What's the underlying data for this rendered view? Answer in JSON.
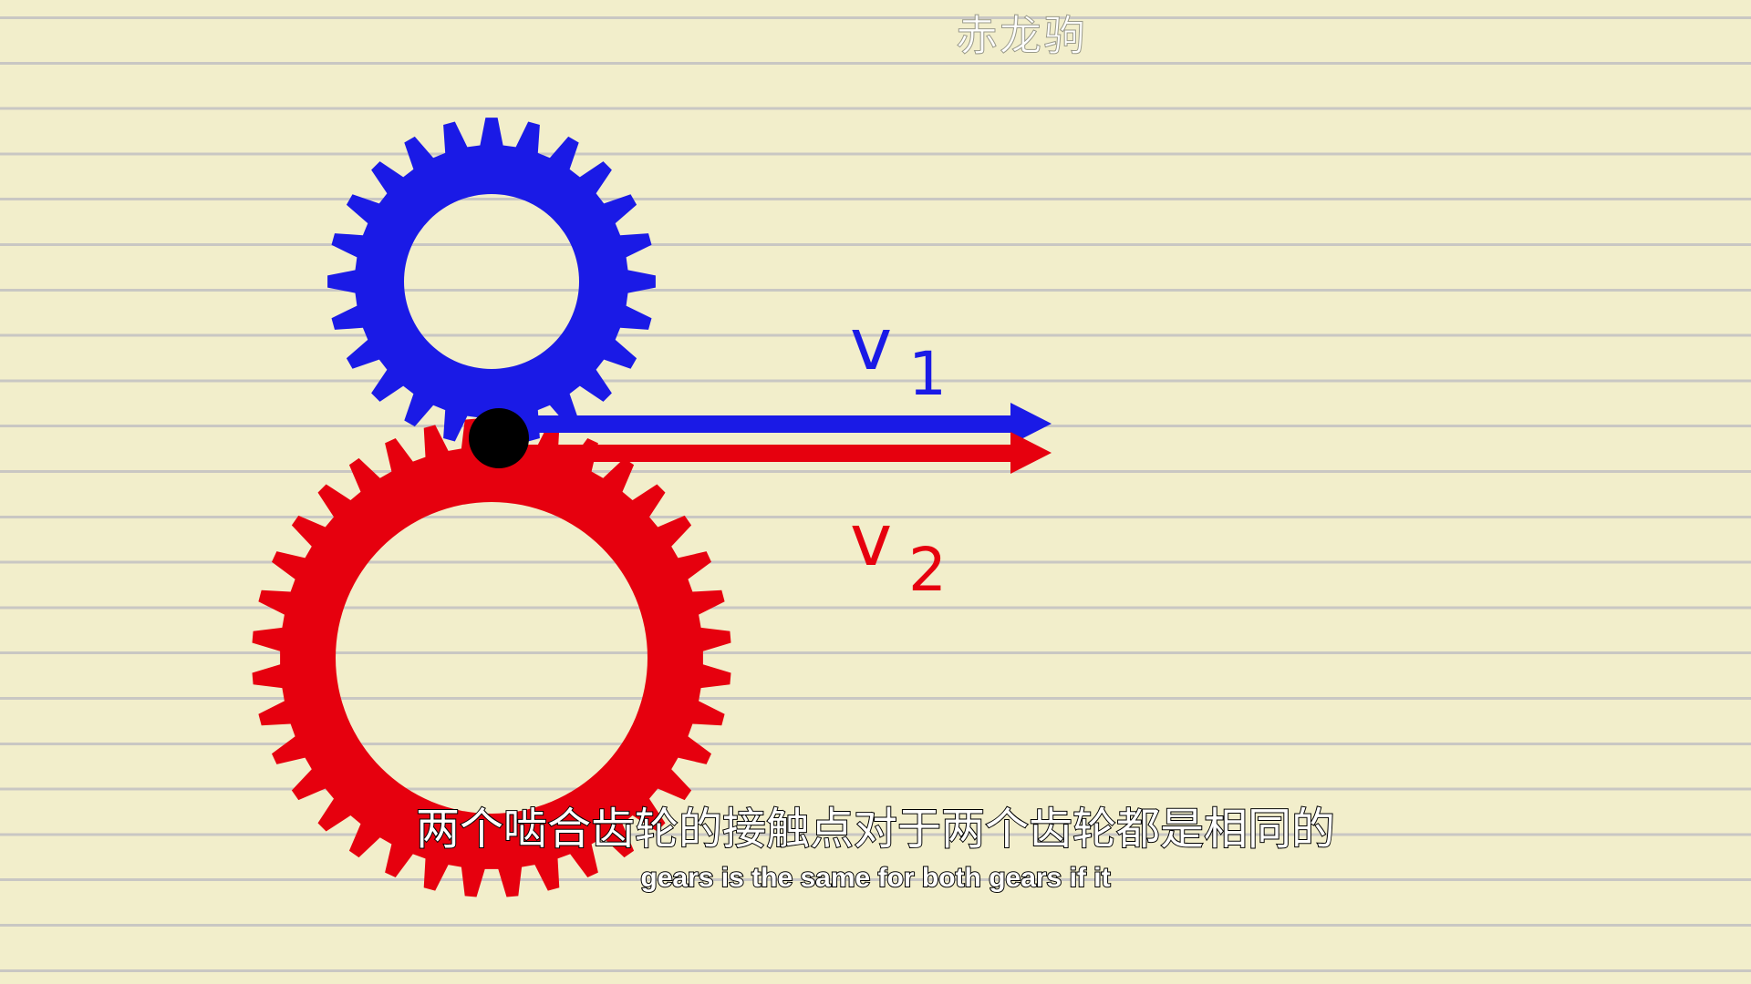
{
  "watermark": "赤龙驹",
  "diagram": {
    "gear_top": {
      "color": "#1a1ae6",
      "teeth": 24
    },
    "gear_bottom": {
      "color": "#e6000e",
      "teeth": 36
    },
    "contact_point_color": "#000000",
    "v1": {
      "symbol": "v",
      "subscript": "1",
      "color": "#1a1ae6"
    },
    "v2": {
      "symbol": "v",
      "subscript": "2",
      "color": "#e6000e"
    }
  },
  "subtitles": {
    "chinese": "两个啮合齿轮的接触点对于两个齿轮都是相同的",
    "english": "gears is the same for both gears if it"
  }
}
